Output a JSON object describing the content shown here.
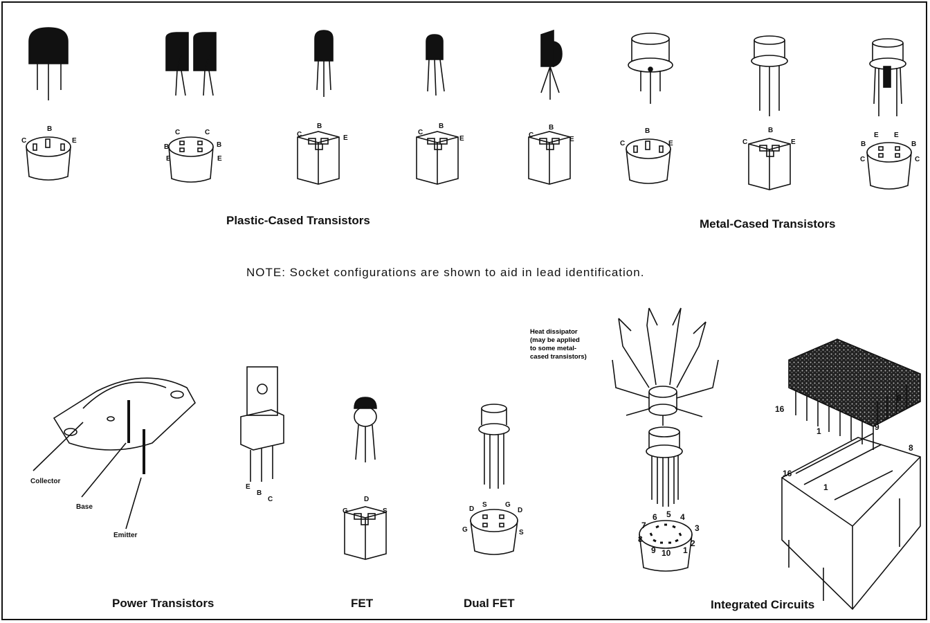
{
  "sections": {
    "plastic": "Plastic-Cased Transistors",
    "metal": "Metal-Cased Transistors",
    "power": "Power Transistors",
    "fet": "FET",
    "dual_fet": "Dual FET",
    "ic": "Integrated Circuits"
  },
  "note": "NOTE:  Socket configurations are shown to aid in lead identification.",
  "heat_dissipator": [
    "Heat  dissipator",
    "(may be applied",
    "to  some  metal-",
    "cased transistors)"
  ],
  "power_callouts": {
    "collector": "Collector",
    "base": "Base",
    "emitter": "Emitter"
  },
  "pins": {
    "c": "C",
    "b": "B",
    "e": "E",
    "g": "G",
    "d": "D",
    "s": "S",
    "n1": "1",
    "n2": "2",
    "n3": "3",
    "n4": "4",
    "n5": "5",
    "n6": "6",
    "n7": "7",
    "n8": "8",
    "n9": "9",
    "n10": "10",
    "n16": "16"
  }
}
